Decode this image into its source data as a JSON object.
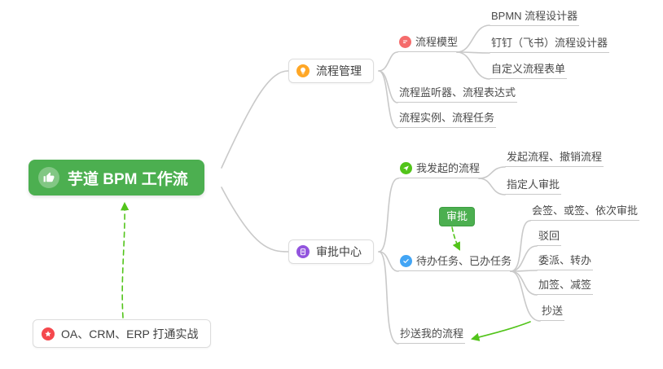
{
  "root": {
    "label": "芋道 BPM 工作流",
    "icon": "thumbs-up"
  },
  "branches": {
    "process_management": {
      "label": "流程管理",
      "icon": "lightbulb",
      "model": {
        "label": "流程模型",
        "icon": "list",
        "children": [
          "BPMN 流程设计器",
          "钉钉（飞书）流程设计器",
          "自定义流程表单"
        ]
      },
      "listener_expression": "流程监听器、流程表达式",
      "instance_task": "流程实例、流程任务"
    },
    "approval_center": {
      "label": "审批中心",
      "icon": "clipboard",
      "my_initiated": {
        "label": "我发起的流程",
        "icon": "paper-plane",
        "children": [
          "发起流程、撤销流程",
          "指定人审批"
        ]
      },
      "todo_done": {
        "label": "待办任务、已办任务",
        "icon": "check",
        "children": [
          "会签、或签、依次审批",
          "驳回",
          "委派、转办",
          "加签、减签",
          "抄送"
        ]
      },
      "cc_my_process": "抄送我的流程"
    }
  },
  "callout": {
    "label": "审批"
  },
  "note": {
    "label": "OA、CRM、ERP 打通实战",
    "icon": "star"
  },
  "colors": {
    "root_bg": "#4caf50",
    "line": "#c9c9c9",
    "text": "#4a4a4a",
    "node_border": "#dcdcdc",
    "arrow_green": "#52c41a",
    "badge_bg": "#4caf50",
    "icon_orange": "#ffa726",
    "icon_pink": "#f56c6c",
    "icon_red": "#f5484d",
    "icon_purple": "#9254de",
    "icon_green": "#52c41a",
    "icon_blue": "#42a5f5"
  }
}
